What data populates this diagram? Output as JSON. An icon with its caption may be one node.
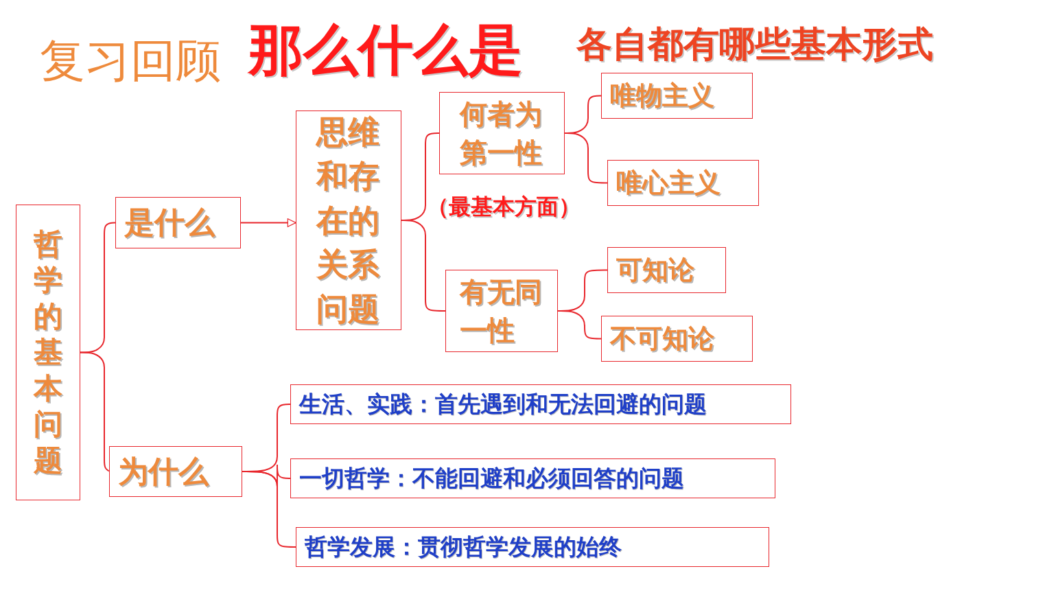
{
  "diagram": {
    "title": "复习回顾",
    "nodes": [
      {
        "text": [
          "哲学的基本问题"
        ]
      },
      {
        "text": [
          "是什么"
        ]
      },
      {
        "text": [
          "为什么"
        ]
      },
      {
        "text": [
          "思维和存在的关系问题"
        ]
      },
      {
        "text": [
          "何者为第一性"
        ]
      },
      {
        "text": [
          "有无同一性"
        ]
      },
      {
        "text": [
          "唯物主义"
        ]
      },
      {
        "text": [
          "唯心主义"
        ]
      },
      {
        "text": [
          "可知论"
        ]
      },
      {
        "text": [
          "不可知论"
        ]
      },
      {
        "text": [
          "生活、实践：首先遇到和无法回避的问题"
        ]
      },
      {
        "text": [
          "一切哲学：不能回避和必须回答的问题"
        ]
      },
      {
        "text": [
          "哲学发展：贯彻哲学发展的始终"
        ]
      }
    ],
    "edges": [
      {
        "from": 0,
        "to": 1,
        "arrow": "none"
      },
      {
        "from": 0,
        "to": 2,
        "arrow": "none"
      },
      {
        "from": 1,
        "to": 3,
        "arrow": "to"
      },
      {
        "from": 3,
        "to": 4,
        "arrow": "none"
      },
      {
        "from": 3,
        "to": 5,
        "arrow": "none"
      },
      {
        "from": 4,
        "to": 6,
        "arrow": "none"
      },
      {
        "from": 4,
        "to": 7,
        "arrow": "none"
      },
      {
        "from": 5,
        "to": 8,
        "arrow": "none"
      },
      {
        "from": 5,
        "to": 9,
        "arrow": "none"
      },
      {
        "from": 2,
        "to": 10,
        "arrow": "none"
      },
      {
        "from": 2,
        "to": 11,
        "arrow": "none"
      },
      {
        "from": 2,
        "to": 12,
        "arrow": "none"
      }
    ],
    "labels": [
      "那么什么是",
      "各自都有哪些基本形式",
      "（最基本方面）"
    ]
  }
}
